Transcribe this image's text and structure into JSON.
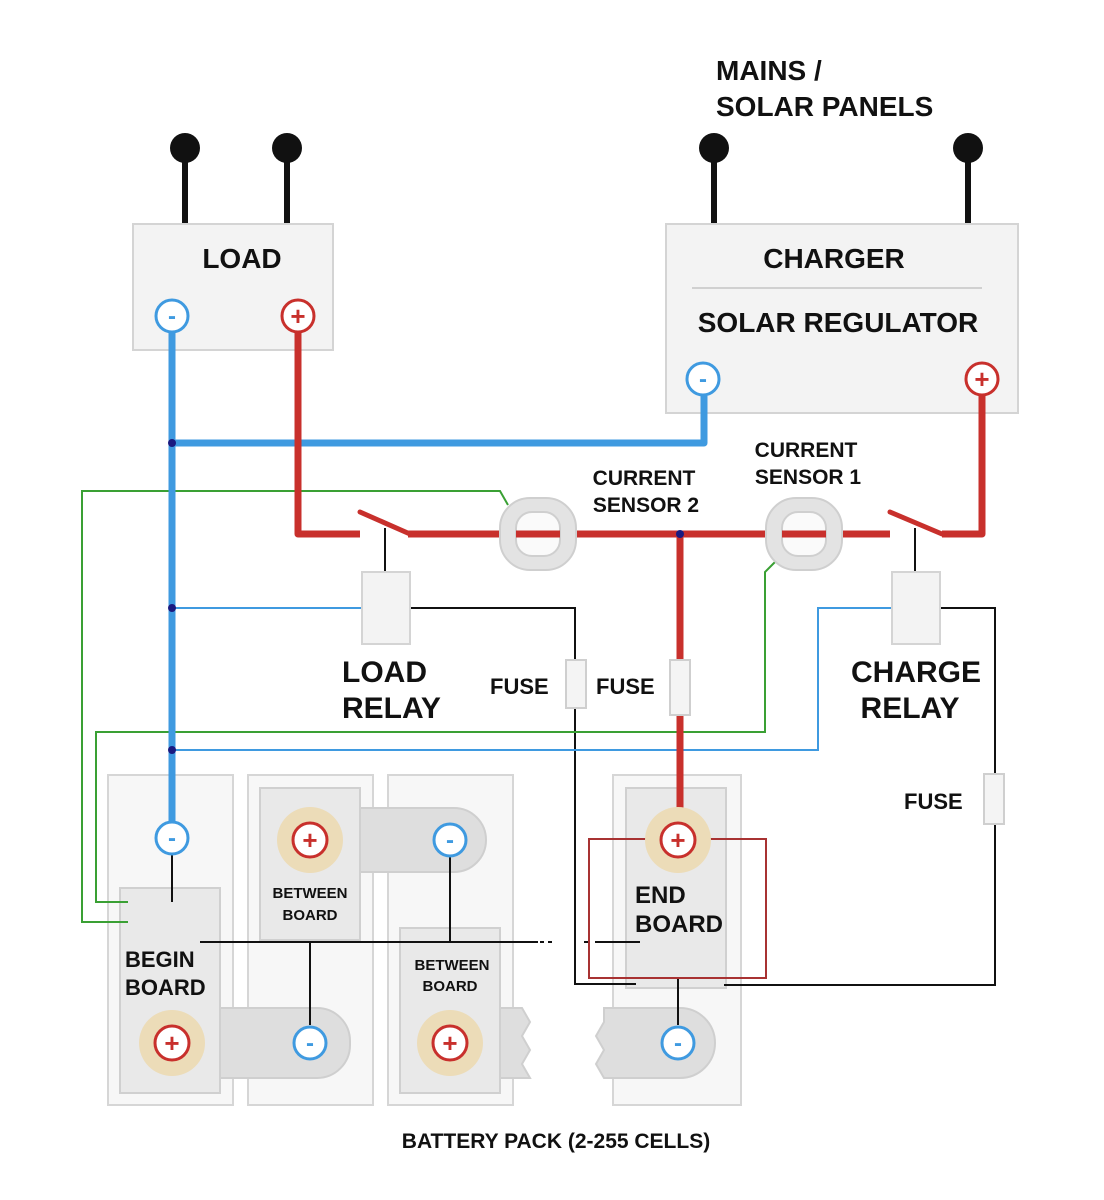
{
  "title": "BATTERY PACK (2-255 CELLS)",
  "labels": {
    "mains_line1": "MAINS /",
    "mains_line2": "SOLAR PANELS",
    "load": "LOAD",
    "charger": "CHARGER",
    "solar_regulator": "SOLAR REGULATOR",
    "current_sensor_2_line1": "CURRENT",
    "current_sensor_2_line2": "SENSOR 2",
    "current_sensor_1_line1": "CURRENT",
    "current_sensor_1_line2": "SENSOR 1",
    "load_relay_line1": "LOAD",
    "load_relay_line2": "RELAY",
    "charge_relay_line1": "CHARGE",
    "charge_relay_line2": "RELAY",
    "fuse": "FUSE",
    "begin_board_line1": "BEGIN",
    "begin_board_line2": "BOARD",
    "between_board_line1": "BETWEEN",
    "between_board_line2": "BOARD",
    "end_board_line1": "END",
    "end_board_line2": "BOARD"
  },
  "symbols": {
    "negative": "-",
    "positive": "+"
  },
  "colors": {
    "negative_wire": "#3f9ae0",
    "positive_wire": "#c8302c",
    "signal_wire": "#111111",
    "sense_wire": "#3aa034",
    "terminal_ring_positive": "#ecdcb8"
  }
}
